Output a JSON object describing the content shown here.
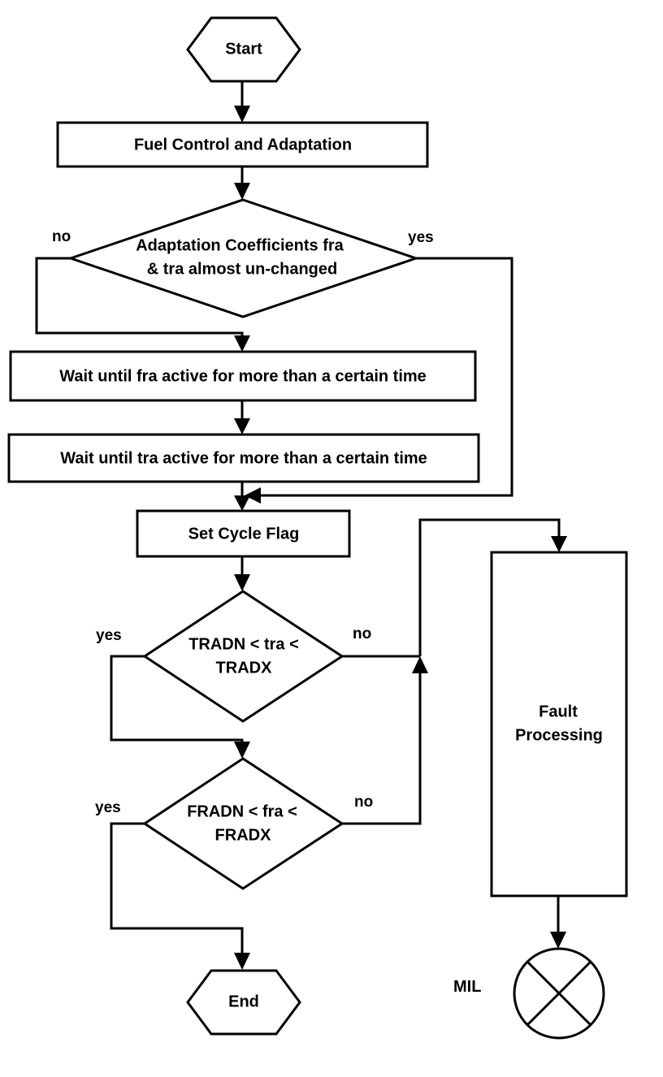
{
  "nodes": {
    "start": "Start",
    "fuel_control": "Fuel Control and Adaptation",
    "adapt_decision": [
      "Adaptation Coefficients fra",
      "& tra almost un-changed"
    ],
    "wait_fra": "Wait until fra active for more than a certain time",
    "wait_tra": "Wait until tra active for more than a certain time",
    "set_cycle_flag": "Set Cycle Flag",
    "tra_decision": [
      "TRADN < tra <",
      "TRADX"
    ],
    "fra_decision": [
      "FRADN < fra <",
      "FRADX"
    ],
    "fault_processing": [
      "Fault",
      "Processing"
    ],
    "end": "End",
    "mil": "MIL"
  },
  "branches": {
    "adapt_no": "no",
    "adapt_yes": "yes",
    "tra_yes": "yes",
    "tra_no": "no",
    "fra_yes": "yes",
    "fra_no": "no"
  }
}
